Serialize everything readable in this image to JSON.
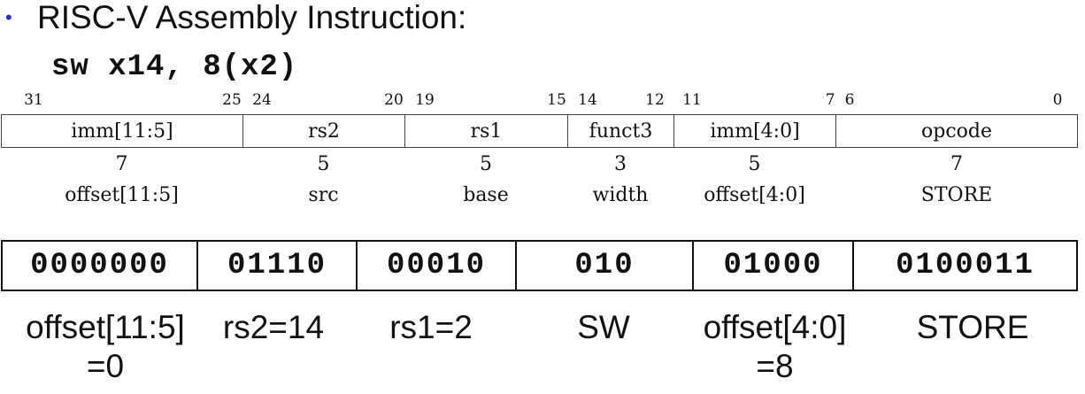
{
  "bullet": "•",
  "heading": "RISC-V Assembly Instruction:",
  "assembly": "sw x14, 8(x2)",
  "bit_positions": [
    "31",
    "25",
    "24",
    "20",
    "19",
    "15",
    "14",
    "12",
    "11",
    "7",
    "6",
    "0"
  ],
  "format_fields": [
    "imm[11:5]",
    "rs2",
    "rs1",
    "funct3",
    "imm[4:0]",
    "opcode"
  ],
  "field_widths": [
    "7",
    "5",
    "5",
    "3",
    "5",
    "7"
  ],
  "field_meanings": [
    "offset[11:5]",
    "src",
    "base",
    "width",
    "offset[4:0]",
    "STORE"
  ],
  "binary": [
    "0000000",
    "01110",
    "00010",
    "010",
    "01000",
    "0100011"
  ],
  "labels": [
    {
      "line1": "offset[11:5]",
      "line2": "=0"
    },
    {
      "line1": "rs2=14",
      "line2": ""
    },
    {
      "line1": "rs1=2",
      "line2": ""
    },
    {
      "line1": "SW",
      "line2": ""
    },
    {
      "line1": "offset[4:0]",
      "line2": "=8"
    },
    {
      "line1": "STORE",
      "line2": ""
    }
  ],
  "colors": {
    "bullet": "#2b2bd6",
    "text": "#111111",
    "border": "#444444"
  }
}
